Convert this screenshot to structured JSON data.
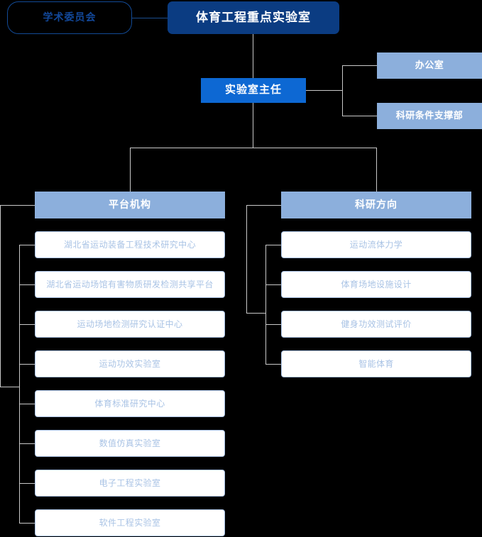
{
  "diagram": {
    "type": "organization-chart",
    "background_color": "#000000",
    "palette": {
      "root_fill": "#0b3c82",
      "director_fill": "#0d68d3",
      "department_fill": "#8cafdc",
      "item_fill": "#ffffff",
      "item_border": "#aac3e6",
      "item_text": "#a9c3e5",
      "committee_border": "#124a96",
      "committee_text": "#12489a",
      "connector": "#c9c9c9",
      "connector_navy": "#1b4e8f"
    }
  },
  "root": {
    "label": "体育工程重点实验室"
  },
  "committee": {
    "label": "学术委员会"
  },
  "director": {
    "label": "实验室主任"
  },
  "departments": [
    {
      "label": "办公室"
    },
    {
      "label": "科研条件支撑部"
    }
  ],
  "branches": [
    {
      "header": "平台机构",
      "items": [
        {
          "label": "湖北省运动装备工程技术研究中心"
        },
        {
          "label": "湖北省运动场馆有害物质研发检测共享平台"
        },
        {
          "label": "运动场地检测研究认证中心"
        },
        {
          "label": "运动功效实验室"
        },
        {
          "label": "体育标准研究中心"
        },
        {
          "label": "数值仿真实验室"
        },
        {
          "label": "电子工程实验室"
        },
        {
          "label": "软件工程实验室"
        }
      ]
    },
    {
      "header": "科研方向",
      "items": [
        {
          "label": "运动流体力学"
        },
        {
          "label": "体育场地设施设计"
        },
        {
          "label": "健身功效测试评价"
        },
        {
          "label": "智能体育"
        }
      ]
    }
  ]
}
